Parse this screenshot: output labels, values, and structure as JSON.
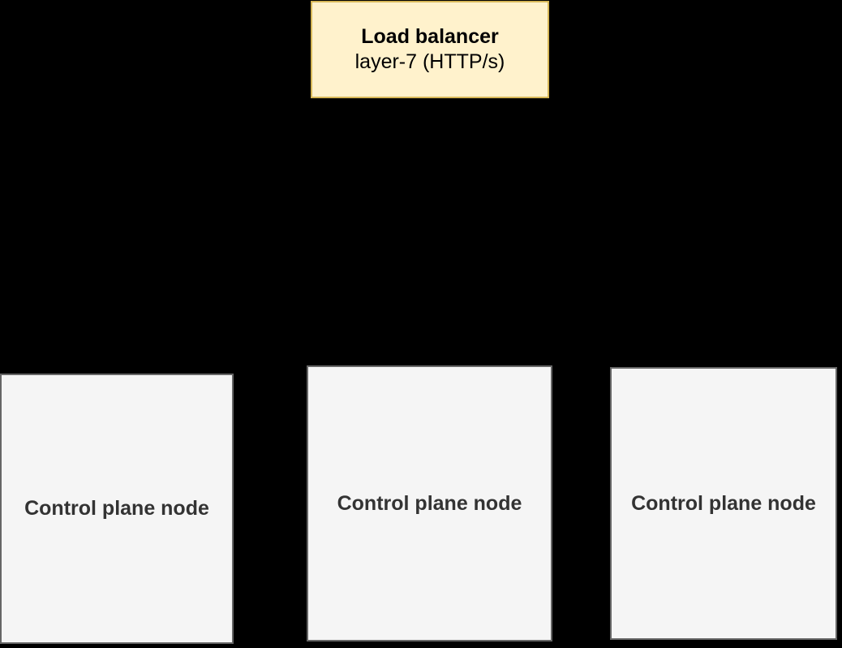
{
  "diagram": {
    "background_color": "#000000",
    "load_balancer": {
      "title": "Load balancer",
      "subtitle": "layer-7 (HTTP/s)",
      "fill_color": "#FFF2CC",
      "border_color": "#D6B656",
      "text_color": "#000000"
    },
    "node_style": {
      "fill_color": "#F5F5F5",
      "border_color": "#666666",
      "text_color": "#333333"
    },
    "control_plane_nodes": [
      {
        "label": "Control plane node"
      },
      {
        "label": "Control plane node"
      },
      {
        "label": "Control plane node"
      }
    ]
  }
}
